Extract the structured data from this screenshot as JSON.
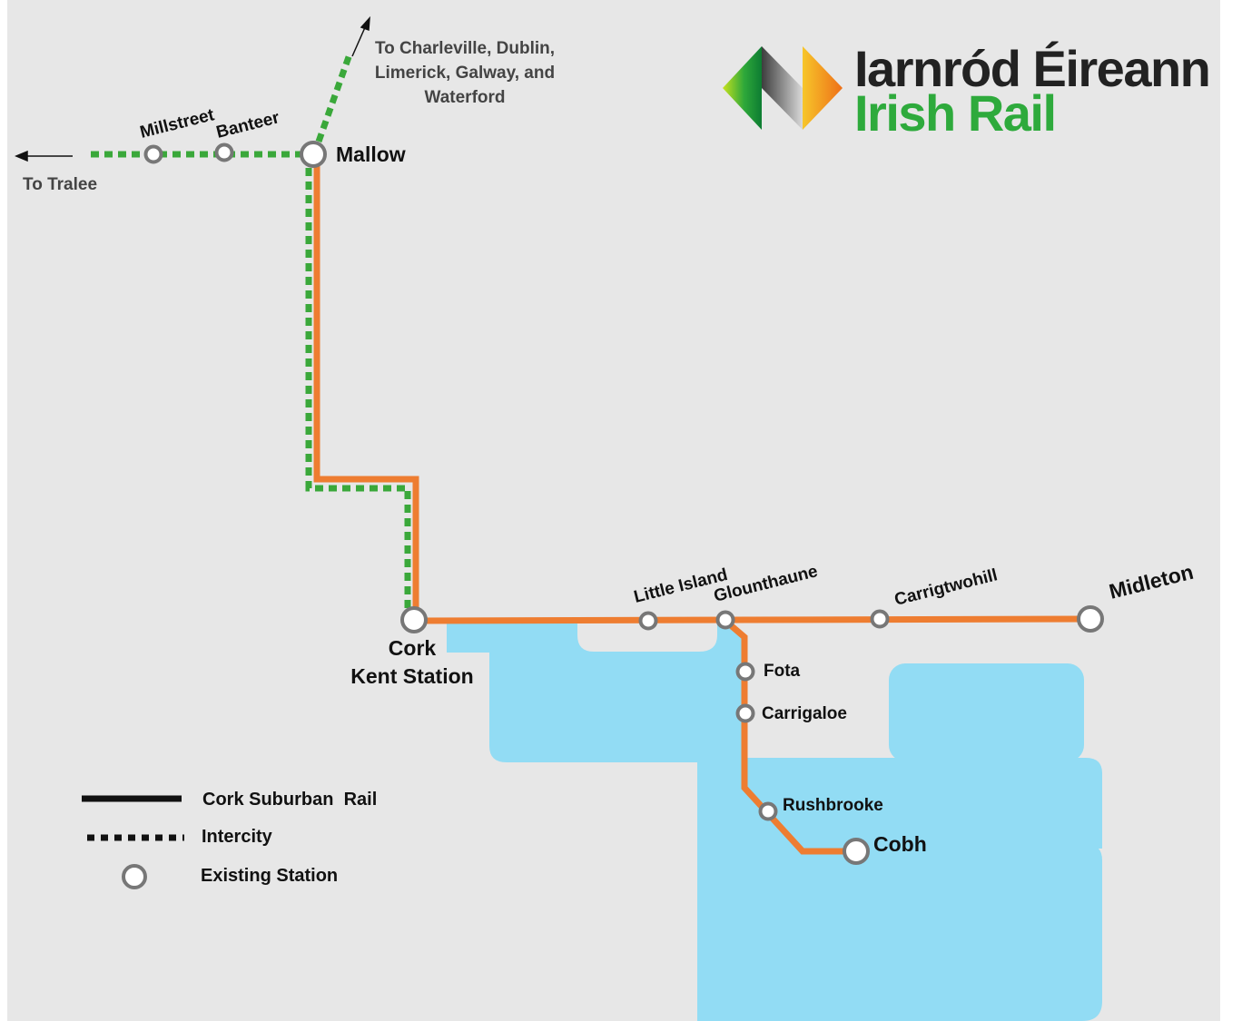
{
  "colors": {
    "background": "#e7e7e7",
    "water": "#92dcf4",
    "suburban_rail": "#ee7d31",
    "intercity": "#3aa83a",
    "station_stroke": "#777777",
    "station_fill": "#ffffff",
    "brand_green": "#2eaa3c",
    "brand_orange": "#f39a1e"
  },
  "logo": {
    "irish_name": "Iarnród Éireann",
    "english_name": "Irish Rail"
  },
  "destinations": {
    "north_lines": [
      "To Charleville, Dublin,",
      "Limerick, Galway, and",
      "Waterford"
    ],
    "west": "To Tralee"
  },
  "stations": {
    "millstreet": "Millstreet",
    "banteer": "Banteer",
    "mallow": "Mallow",
    "cork_line1": "Cork",
    "cork_line2": "Kent Station",
    "little_island": "Little Island",
    "glounthaune": "Glounthaune",
    "carrigtwohill": "Carrigtwohill",
    "midleton": "Midleton",
    "fota": "Fota",
    "carrigaloe": "Carrigaloe",
    "rushbrooke": "Rushbrooke",
    "cobh": "Cobh"
  },
  "legend": {
    "suburban": "Cork Suburban  Rail",
    "intercity": "Intercity",
    "station": "Existing Station"
  }
}
